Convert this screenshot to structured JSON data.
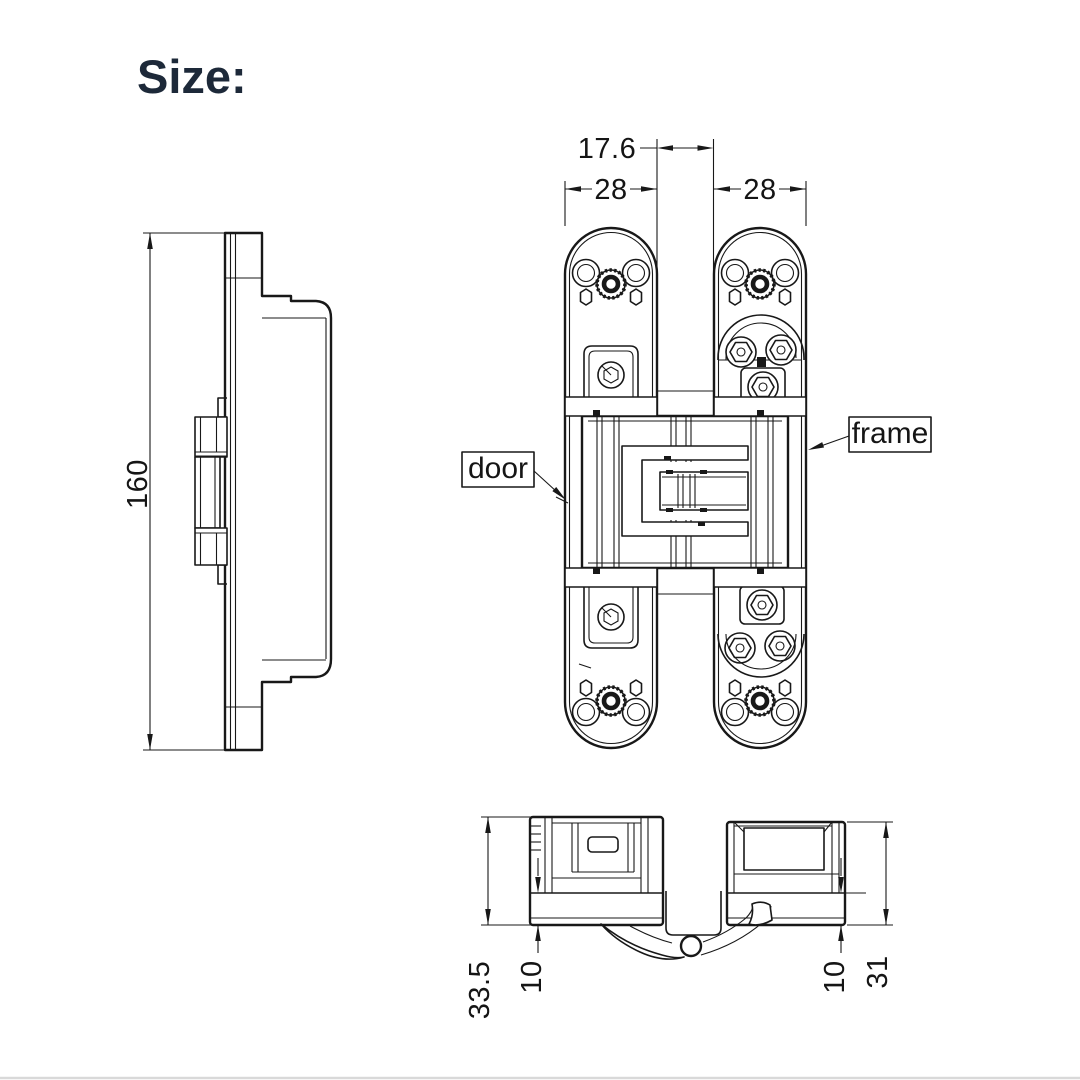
{
  "page": {
    "background": "#ffffff",
    "line_color": "#1a1a1a",
    "title_color": "#1d2939",
    "divider_color": "#d9d9d9"
  },
  "title": "Size:",
  "views": {
    "front": {
      "dim_knuckle_gap": "17.6",
      "dim_door_plate_width": "28",
      "dim_frame_plate_width": "28",
      "label_door": "door",
      "label_frame": "frame"
    },
    "side": {
      "dim_total_height": "160"
    },
    "bottom": {
      "dim_door_side_depth": "33.5",
      "dim_door_plate_thickness": "10",
      "dim_frame_plate_thickness": "10",
      "dim_frame_side_depth": "31"
    }
  }
}
